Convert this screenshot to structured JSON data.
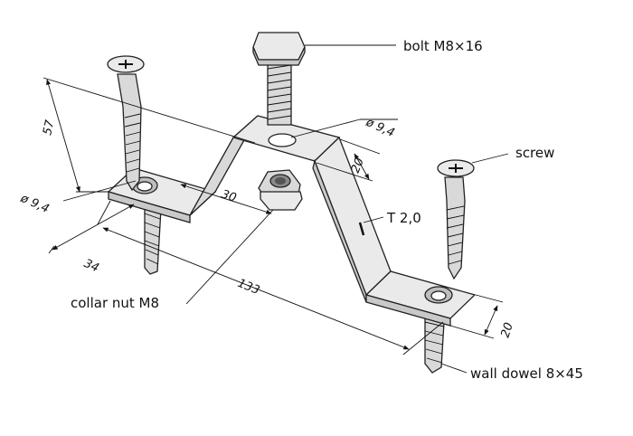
{
  "labels": {
    "bolt": "bolt M8×16",
    "screw": "screw",
    "thickness": "T 2,0",
    "collar_nut": "collar nut M8",
    "wall_dowel": "wall dowel 8×45"
  },
  "dimensions": {
    "height_57": "57",
    "hole_left": "ø 9,4",
    "hole_top": "ø 9,4",
    "width_20_top": "20",
    "width_30": "30",
    "offset_34": "34",
    "length_133": "133",
    "width_20_right": "20"
  },
  "colors": {
    "outline": "#222222",
    "metal_light": "#eaeaea",
    "metal_mid": "#d9d9d9",
    "metal_dark": "#c9c9c9"
  }
}
